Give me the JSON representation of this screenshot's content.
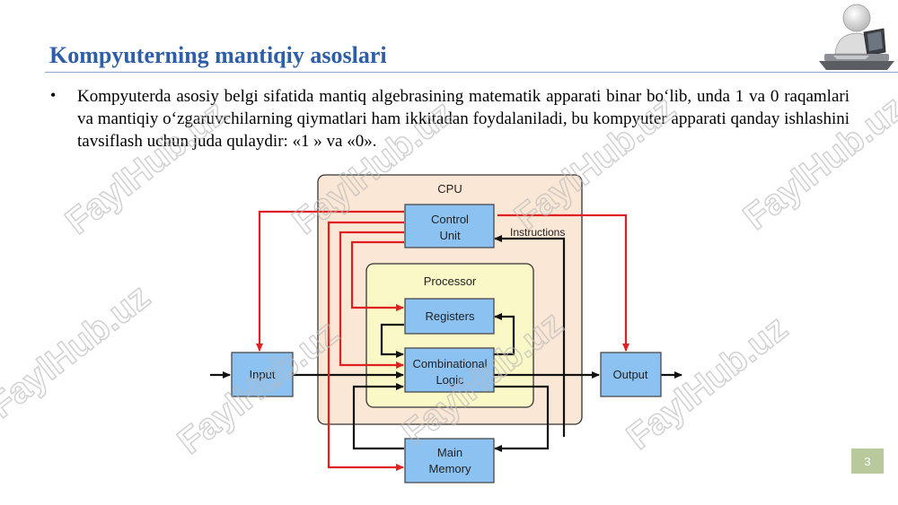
{
  "slide": {
    "title": "Kompyuterning mantiqiy asoslari",
    "bullet_text": "Kompyuterda asosiy belgi sifatida mantiq algebrasining matematik apparati binar bo‘lib, unda 1 va 0 raqamlari va mantiqiy o‘zgaruvchilarning qiymatlari ham ikkitadan foydalaniladi, bu kompyuter apparati qanday ishlashini tavsiflash uchun juda qulaydir: «1 » va «0».",
    "page_number": "3"
  },
  "diagram": {
    "cpu_label": "CPU",
    "processor_label": "Processor",
    "instructions_label": "Instructions",
    "blocks": {
      "control_unit": [
        "Control",
        "Unit"
      ],
      "registers": [
        "Registers"
      ],
      "combinational_logic": [
        "Combinational",
        "Logic"
      ],
      "input": [
        "Input"
      ],
      "output": [
        "Output"
      ],
      "main_memory": [
        "Main",
        "Memory"
      ]
    }
  },
  "watermark_text": "FaylHub.uz",
  "colors": {
    "title": "#2e5ea8",
    "block_fill": "#8cc2f2",
    "block_stroke": "#4a4a4a",
    "cpu_fill": "#fbe7d6",
    "processor_fill": "#fbf8c8",
    "control_arrow": "#e02020",
    "data_arrow": "#111111",
    "page_badge": "#b8c99c"
  },
  "icons": [
    "presenter-at-computer-icon",
    "bullet-dot"
  ]
}
